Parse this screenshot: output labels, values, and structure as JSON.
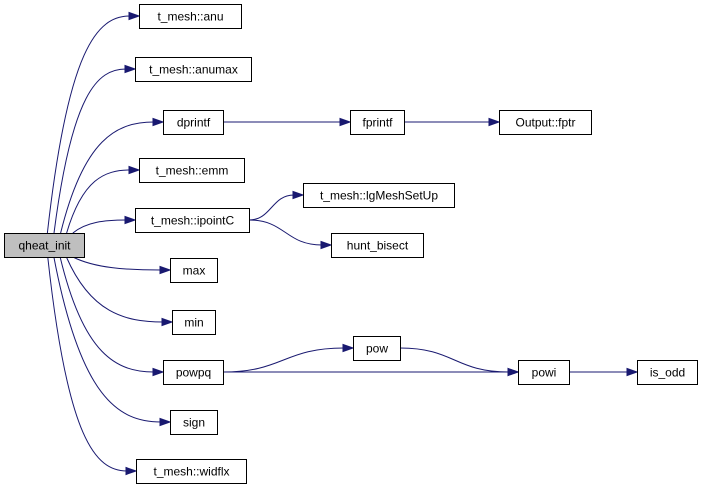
{
  "graph": {
    "root": "qheat_init",
    "nodes": [
      {
        "id": "qheat_init",
        "label": "qheat_init",
        "fill": "#bfbfbf"
      },
      {
        "id": "anu",
        "label": "t_mesh::anu",
        "fill": "#ffffff"
      },
      {
        "id": "anumax",
        "label": "t_mesh::anumax",
        "fill": "#ffffff"
      },
      {
        "id": "dprintf",
        "label": "dprintf",
        "fill": "#ffffff"
      },
      {
        "id": "fprintf",
        "label": "fprintf",
        "fill": "#ffffff"
      },
      {
        "id": "fptr",
        "label": "Output::fptr",
        "fill": "#ffffff"
      },
      {
        "id": "emm",
        "label": "t_mesh::emm",
        "fill": "#ffffff"
      },
      {
        "id": "ipointC",
        "label": "t_mesh::ipointC",
        "fill": "#ffffff"
      },
      {
        "id": "lgMeshSetUp",
        "label": "t_mesh::lgMeshSetUp",
        "fill": "#ffffff"
      },
      {
        "id": "hunt_bisect",
        "label": "hunt_bisect",
        "fill": "#ffffff"
      },
      {
        "id": "max",
        "label": "max",
        "fill": "#ffffff"
      },
      {
        "id": "min",
        "label": "min",
        "fill": "#ffffff"
      },
      {
        "id": "powpq",
        "label": "powpq",
        "fill": "#ffffff"
      },
      {
        "id": "pow",
        "label": "pow",
        "fill": "#ffffff"
      },
      {
        "id": "powi",
        "label": "powi",
        "fill": "#ffffff"
      },
      {
        "id": "is_odd",
        "label": "is_odd",
        "fill": "#ffffff"
      },
      {
        "id": "sign",
        "label": "sign",
        "fill": "#ffffff"
      },
      {
        "id": "widflx",
        "label": "t_mesh::widflx",
        "fill": "#ffffff"
      }
    ],
    "edges": [
      {
        "from": "qheat_init",
        "to": "anu"
      },
      {
        "from": "qheat_init",
        "to": "anumax"
      },
      {
        "from": "qheat_init",
        "to": "dprintf"
      },
      {
        "from": "qheat_init",
        "to": "emm"
      },
      {
        "from": "qheat_init",
        "to": "ipointC"
      },
      {
        "from": "qheat_init",
        "to": "max"
      },
      {
        "from": "qheat_init",
        "to": "min"
      },
      {
        "from": "qheat_init",
        "to": "powpq"
      },
      {
        "from": "qheat_init",
        "to": "sign"
      },
      {
        "from": "qheat_init",
        "to": "widflx"
      },
      {
        "from": "dprintf",
        "to": "fprintf"
      },
      {
        "from": "fprintf",
        "to": "fptr"
      },
      {
        "from": "ipointC",
        "to": "lgMeshSetUp"
      },
      {
        "from": "ipointC",
        "to": "hunt_bisect"
      },
      {
        "from": "powpq",
        "to": "pow"
      },
      {
        "from": "powpq",
        "to": "powi"
      },
      {
        "from": "pow",
        "to": "powi"
      },
      {
        "from": "powi",
        "to": "is_odd"
      }
    ],
    "edge_color": "#191970"
  }
}
